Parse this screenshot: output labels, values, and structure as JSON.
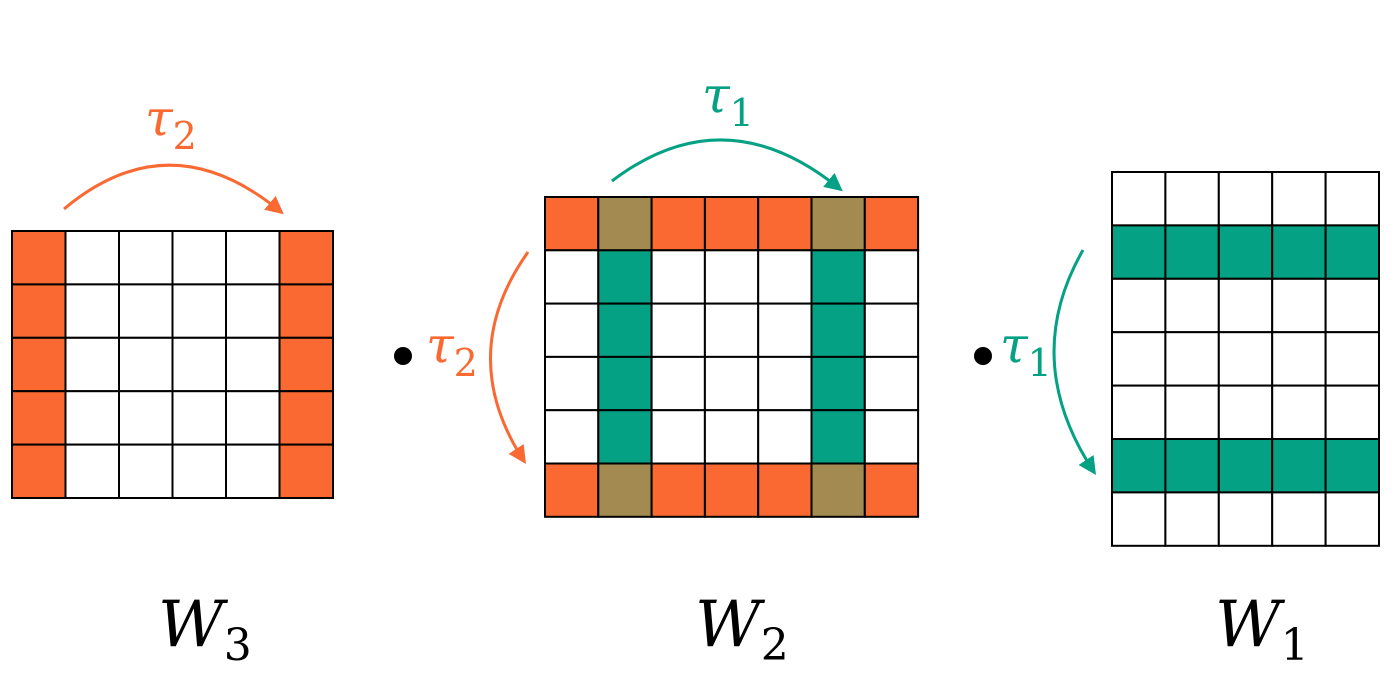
{
  "colors": {
    "orange": "#F96931",
    "teal": "#05A184",
    "overlap": "#A38A51",
    "empty": "#FFFFFF",
    "grid": "#000000"
  },
  "matrices": [
    {
      "id": "w3",
      "name": "W",
      "subscript": "3",
      "cells": [
        [
          "o",
          "e",
          "e",
          "e",
          "e",
          "o"
        ],
        [
          "o",
          "e",
          "e",
          "e",
          "e",
          "o"
        ],
        [
          "o",
          "e",
          "e",
          "e",
          "e",
          "o"
        ],
        [
          "o",
          "e",
          "e",
          "e",
          "e",
          "o"
        ],
        [
          "o",
          "e",
          "e",
          "e",
          "e",
          "o"
        ]
      ]
    },
    {
      "id": "w2",
      "name": "W",
      "subscript": "2",
      "cells": [
        [
          "o",
          "b",
          "o",
          "o",
          "o",
          "b",
          "o"
        ],
        [
          "e",
          "t",
          "e",
          "e",
          "e",
          "t",
          "e"
        ],
        [
          "e",
          "t",
          "e",
          "e",
          "e",
          "t",
          "e"
        ],
        [
          "e",
          "t",
          "e",
          "e",
          "e",
          "t",
          "e"
        ],
        [
          "e",
          "t",
          "e",
          "e",
          "e",
          "t",
          "e"
        ],
        [
          "o",
          "b",
          "o",
          "o",
          "o",
          "b",
          "o"
        ]
      ]
    },
    {
      "id": "w1",
      "name": "W",
      "subscript": "1",
      "cells": [
        [
          "e",
          "e",
          "e",
          "e",
          "e"
        ],
        [
          "t",
          "t",
          "t",
          "t",
          "t"
        ],
        [
          "e",
          "e",
          "e",
          "e",
          "e"
        ],
        [
          "e",
          "e",
          "e",
          "e",
          "e"
        ],
        [
          "e",
          "e",
          "e",
          "e",
          "e"
        ],
        [
          "t",
          "t",
          "t",
          "t",
          "t"
        ],
        [
          "e",
          "e",
          "e",
          "e",
          "e"
        ]
      ]
    }
  ],
  "arrows": [
    {
      "id": "tau2-top",
      "symbol": "τ",
      "subscript": "2",
      "color": "orange"
    },
    {
      "id": "tau2-side",
      "symbol": "τ",
      "subscript": "2",
      "color": "orange"
    },
    {
      "id": "tau1-top",
      "symbol": "τ",
      "subscript": "1",
      "color": "teal"
    },
    {
      "id": "tau1-side",
      "symbol": "τ",
      "subscript": "1",
      "color": "teal"
    }
  ],
  "operator": "•"
}
